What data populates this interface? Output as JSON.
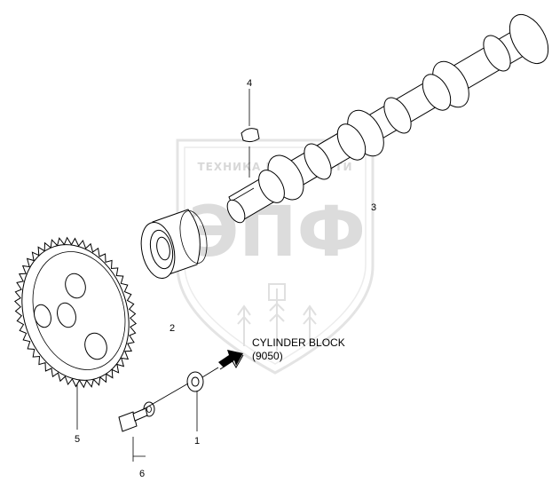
{
  "watermark": {
    "top_text": "ТЕХНИКА И ЗАПЧАСТИ",
    "logo_text": "ЭПФ"
  },
  "callouts": [
    {
      "id": "1",
      "label": "1"
    },
    {
      "id": "2",
      "label": "2"
    },
    {
      "id": "3",
      "label": "3"
    },
    {
      "id": "4",
      "label": "4"
    },
    {
      "id": "5",
      "label": "5"
    },
    {
      "id": "6",
      "label": "6"
    }
  ],
  "note": {
    "line1": "CYLINDER BLOCK",
    "line2": "(9050)"
  }
}
